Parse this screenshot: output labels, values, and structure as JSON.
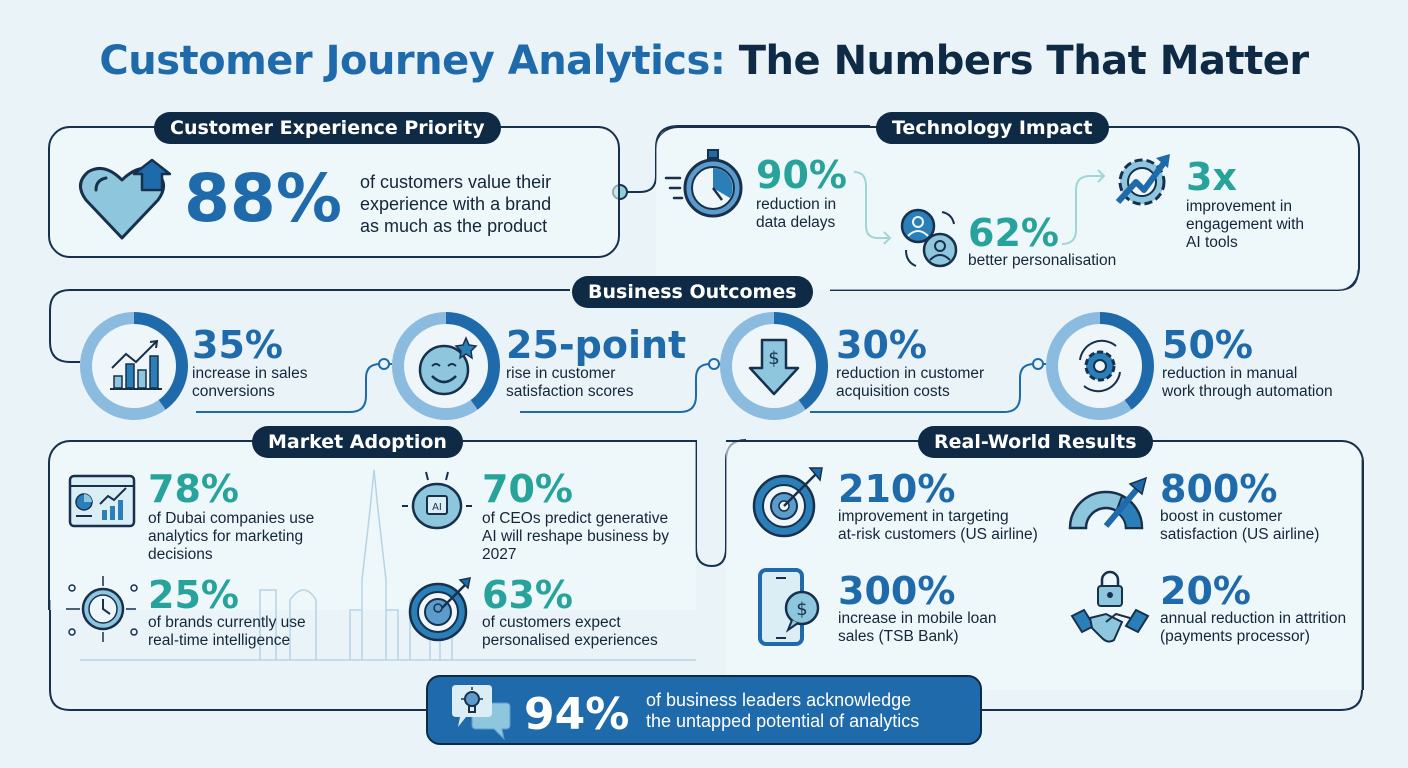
{
  "title": {
    "part1": "Customer Journey Analytics:",
    "part2": "The Numbers That Matter"
  },
  "sections": {
    "cx_priority": {
      "heading": "Customer Experience Priority",
      "stat": "88%",
      "desc_lines": [
        "of customers value their",
        "experience with a brand",
        "as much as the product"
      ],
      "icon": "heart-arrow-up-icon"
    },
    "tech_impact": {
      "heading": "Technology Impact",
      "items": [
        {
          "stat": "90%",
          "desc_lines": [
            "reduction in",
            "data delays"
          ],
          "icon": "stopwatch-icon"
        },
        {
          "stat": "62%",
          "desc_lines": [
            "better personalisation"
          ],
          "icon": "users-cycle-icon"
        },
        {
          "stat": "3x",
          "desc_lines": [
            "improvement in",
            "engagement with",
            "AI tools"
          ],
          "icon": "gear-growth-icon"
        }
      ]
    },
    "business_outcomes": {
      "heading": "Business Outcomes",
      "items": [
        {
          "stat": "35%",
          "desc_lines": [
            "increase in sales",
            "conversions"
          ],
          "icon": "bar-chart-growth-icon"
        },
        {
          "stat": "25-point",
          "desc_lines": [
            "rise in customer",
            "satisfaction scores"
          ],
          "icon": "smiley-star-icon"
        },
        {
          "stat": "30%",
          "desc_lines": [
            "reduction in customer",
            "acquisition costs"
          ],
          "icon": "dollar-down-arrow-icon"
        },
        {
          "stat": "50%",
          "desc_lines": [
            "reduction in manual",
            "work through automation"
          ],
          "icon": "gear-cycle-icon"
        }
      ]
    },
    "market_adoption": {
      "heading": "Market Adoption",
      "items": [
        {
          "stat": "78%",
          "desc_lines": [
            "of Dubai companies use",
            "analytics for marketing",
            "decisions"
          ],
          "icon": "dashboard-icon"
        },
        {
          "stat": "70%",
          "desc_lines": [
            "of CEOs predict generative",
            "AI will reshape business by",
            "2027"
          ],
          "icon": "ai-brain-icon"
        },
        {
          "stat": "25%",
          "desc_lines": [
            "of brands currently use",
            "real-time intelligence"
          ],
          "icon": "clock-network-icon"
        },
        {
          "stat": "63%",
          "desc_lines": [
            "of customers expect",
            "personalised experiences"
          ],
          "icon": "target-person-icon"
        }
      ]
    },
    "real_world": {
      "heading": "Real-World Results",
      "items": [
        {
          "stat": "210%",
          "desc_lines": [
            "improvement in targeting",
            "at-risk customers (US airline)"
          ],
          "icon": "target-arrow-icon"
        },
        {
          "stat": "800%",
          "desc_lines": [
            "boost in customer",
            "satisfaction (US airline)"
          ],
          "icon": "gauge-arrow-icon"
        },
        {
          "stat": "300%",
          "desc_lines": [
            "increase in mobile loan",
            "sales (TSB Bank)"
          ],
          "icon": "mobile-dollar-icon"
        },
        {
          "stat": "20%",
          "desc_lines": [
            "annual reduction in attrition",
            "(payments processor)"
          ],
          "icon": "handshake-lock-icon"
        }
      ]
    }
  },
  "banner": {
    "stat": "94%",
    "desc_lines": [
      "of business leaders acknowledge",
      "the untapped potential of analytics"
    ],
    "icon": "lightbulb-chat-icon"
  },
  "colors": {
    "primary_blue": "#1f6aab",
    "navy": "#0f2a45",
    "teal": "#28a39b",
    "light_blue": "#8cbbe0",
    "background": "#eaf4f8"
  }
}
